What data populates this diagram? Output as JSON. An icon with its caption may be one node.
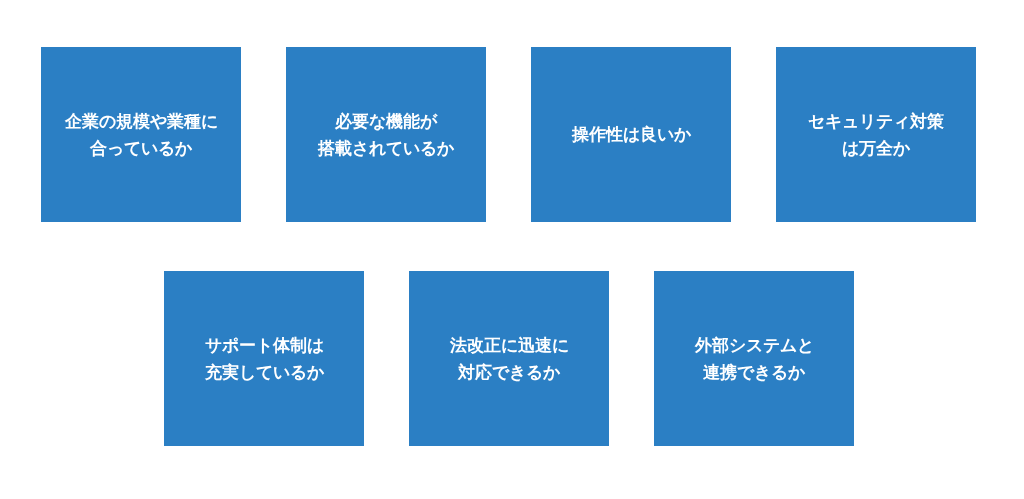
{
  "diagram": {
    "nodes": [
      {
        "text": [
          "企業の規模や業種に合っているか"
        ]
      },
      {
        "text": [
          "必要な機能が搭載されているか"
        ]
      },
      {
        "text": [
          "操作性は良いか"
        ]
      },
      {
        "text": [
          "セキュリティ対策は万全か"
        ]
      },
      {
        "text": [
          "サポート体制は充実しているか"
        ]
      },
      {
        "text": [
          "法改正に迅速に対応できるか"
        ]
      },
      {
        "text": [
          "外部システムと連携できるか"
        ]
      }
    ]
  }
}
